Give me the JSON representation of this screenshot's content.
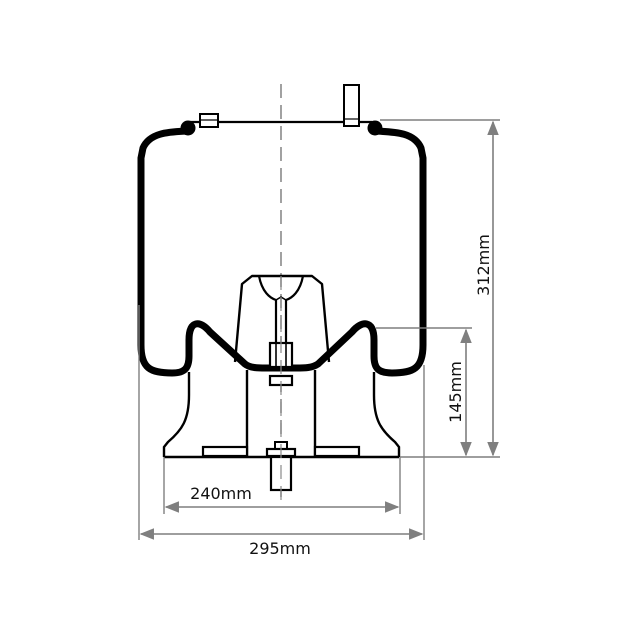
{
  "diagram": {
    "subject": "air spring / bellows technical drawing",
    "colors": {
      "outline": "#000000",
      "dimension_line": "#7f7f7f",
      "centerline": "#8a8a8a",
      "text": "#111111",
      "background": "#ffffff"
    },
    "dimensions": {
      "overall_height": {
        "label": "312mm",
        "orientation": "vertical"
      },
      "piston_height": {
        "label": "145mm",
        "orientation": "vertical"
      },
      "base_width": {
        "label": "240mm",
        "orientation": "horizontal"
      },
      "overall_width": {
        "label": "295mm",
        "orientation": "horizontal"
      }
    }
  }
}
